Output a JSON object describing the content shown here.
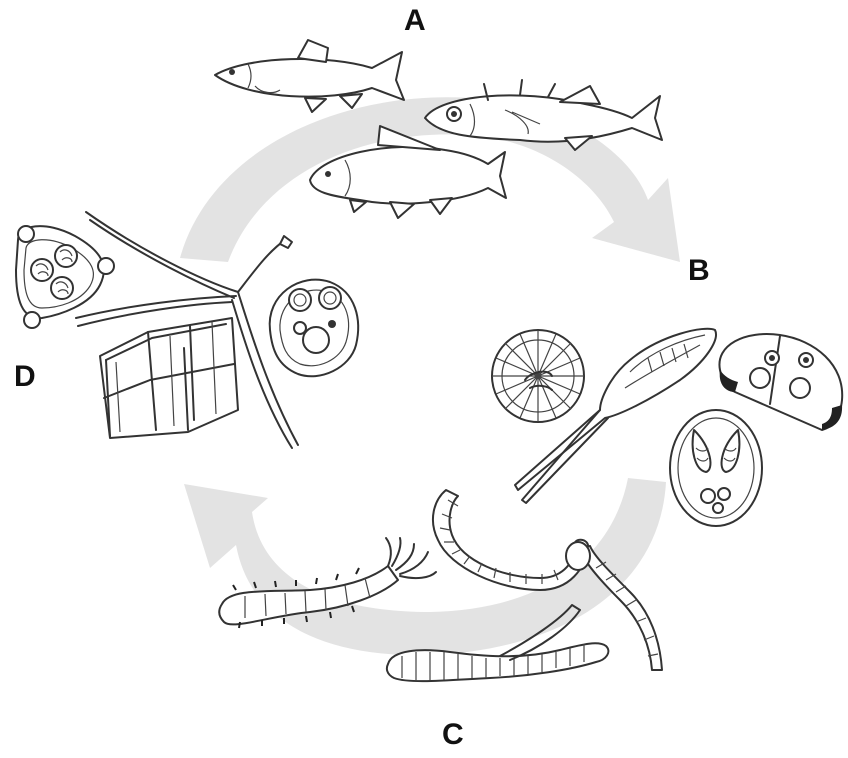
{
  "labels": {
    "a": "A",
    "b": "B",
    "c": "C",
    "d": "D"
  },
  "colors": {
    "arrow": "#e3e3e3",
    "line": "#333333",
    "background": "#ffffff"
  }
}
